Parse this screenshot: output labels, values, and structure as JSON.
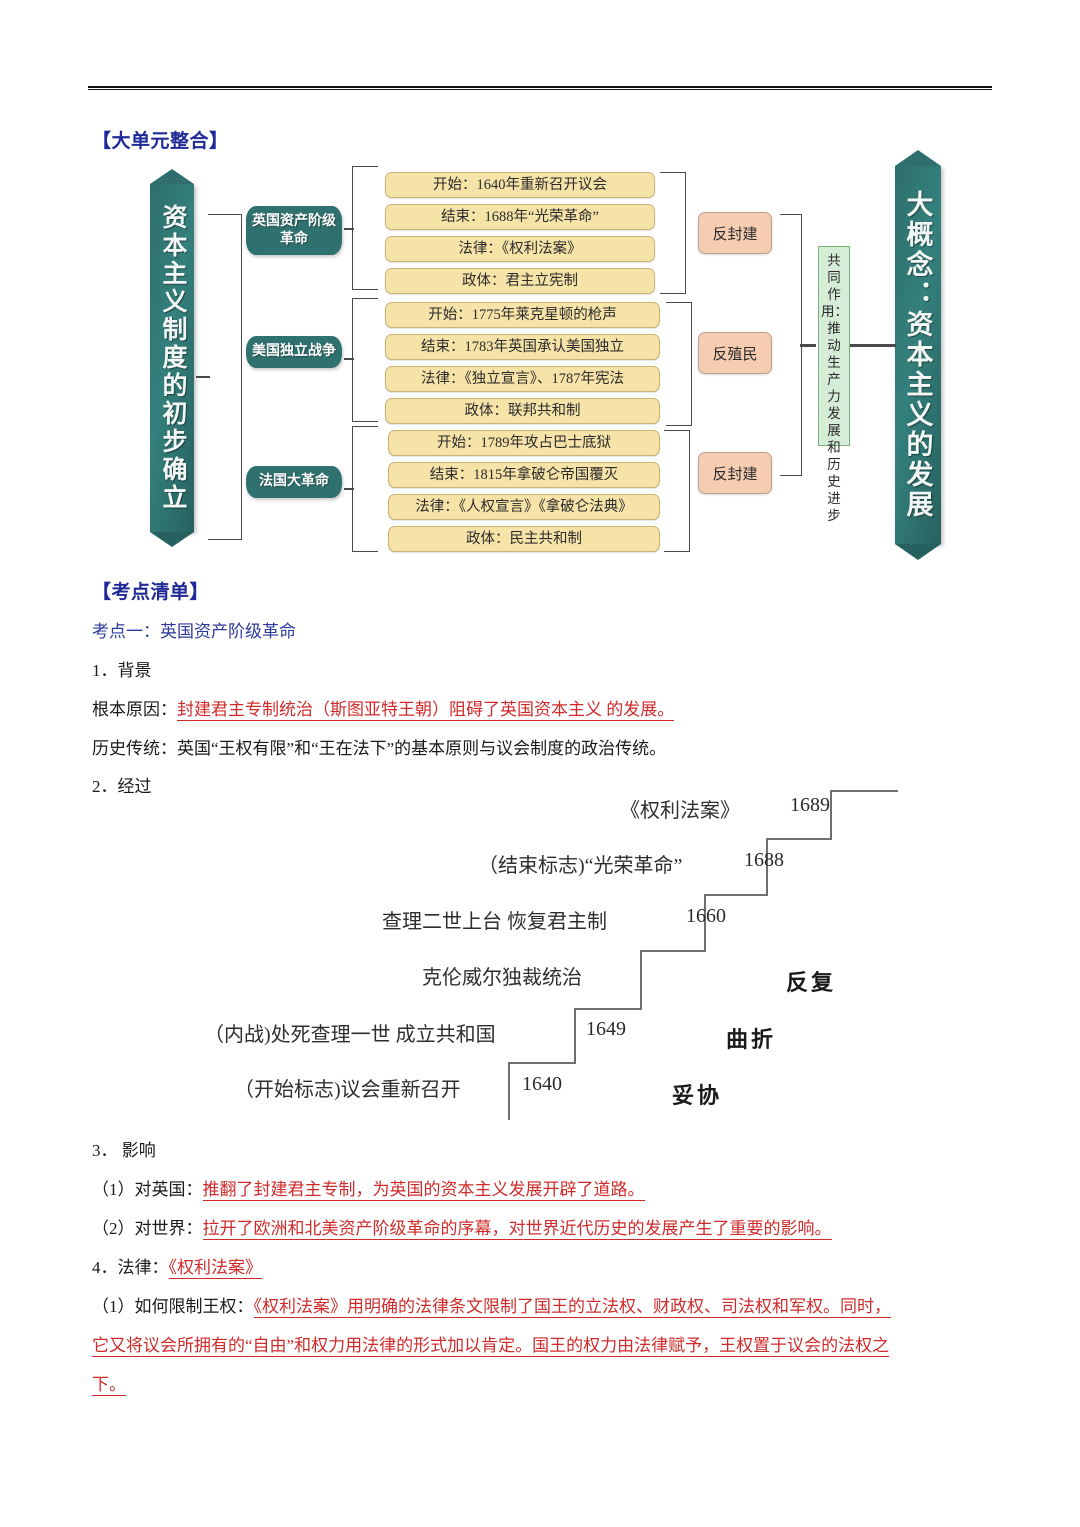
{
  "document": {
    "headings": {
      "unit_integration": "【大单元整合】",
      "exam_points": "【考点清单】"
    }
  },
  "diagram": {
    "banner_left": "资本主义制度的初步确立",
    "banner_right": "大概念：资本主义的发展",
    "green_note": "共同作用：推动生产力发展和历史进步",
    "revolutions": [
      {
        "chip": "英国资产阶级革命",
        "rows": [
          "开始：1640年重新召开议会",
          "结束：1688年“光荣革命”",
          "法律：《权利法案》",
          "政体：君主立宪制"
        ],
        "result": "反封建"
      },
      {
        "chip": "美国独立战争",
        "rows": [
          "开始：1775年莱克星顿的枪声",
          "结束：1783年英国承认美国独立",
          "法律：《独立宣言》、1787年宪法",
          "政体：联邦共和制"
        ],
        "result": "反殖民"
      },
      {
        "chip": "法国大革命",
        "rows": [
          "开始：1789年攻占巴士底狱",
          "结束：1815年拿破仑帝国覆灭",
          "法律：《人权宣言》《拿破仑法典》",
          "政体：民主共和制"
        ],
        "result": "反封建"
      }
    ]
  },
  "notes": {
    "point_one_title": "考点一：英国资产阶级革命",
    "bg_number": "1．背景",
    "root_cause_label": "根本原因：",
    "root_cause_text": "封建君主专制统治（斯图亚特王朝）阻碍了英国资本主义 的发展。",
    "tradition_label": "历史传统：",
    "tradition_text": "英国“王权有限”和“王在法下”的基本原则与议会制度的政治传统。",
    "process_number": "2．经过",
    "impact_number": "3． 影响",
    "impact_britain_label": "（1）对英国：",
    "impact_britain_text": "推翻了封建君主专制，为英国的资本主义发展开辟了道路。",
    "impact_world_label": "（2）对世界：",
    "impact_world_text": "拉开了欧洲和北美资产阶级革命的序幕，对世界近代历史的发展产生了重要的影响。",
    "law_number": "4．法律：",
    "law_name": "《权利法案》",
    "limit_label": "（1）如何限制王权：",
    "limit_line1": "《权利法案》用明确的法律条文限制了国王的立法权、财政权、司法权和军权。同时，",
    "limit_line2": "它又将议会所拥有的“自由”和权力用法律的形式加以肯定。国王的权力由法律赋予，王权置于议会的法权之",
    "limit_line3": "下。"
  },
  "timeline": {
    "steps": [
      {
        "label": "（开始标志)议会重新召开",
        "year": "1640"
      },
      {
        "label": "（内战)处死查理一世   成立共和国",
        "year": "1649"
      },
      {
        "label": "克伦威尔独裁统治",
        "year": ""
      },
      {
        "label": "查理二世上台   恢复君主制",
        "year": "1660"
      },
      {
        "label": "（结束标志)“光荣革命”",
        "year": "1688"
      },
      {
        "label": "《权利法案》",
        "year": "1689"
      }
    ],
    "keywords": [
      "妥协",
      "曲折",
      "反复"
    ]
  },
  "colors": {
    "teal": "#2f716f",
    "yellow": "#f6e3a8",
    "pink": "#f7cdb1",
    "green": "#d5ecd6",
    "heading_blue": "#1f2a96",
    "red": "#d02b2b"
  }
}
